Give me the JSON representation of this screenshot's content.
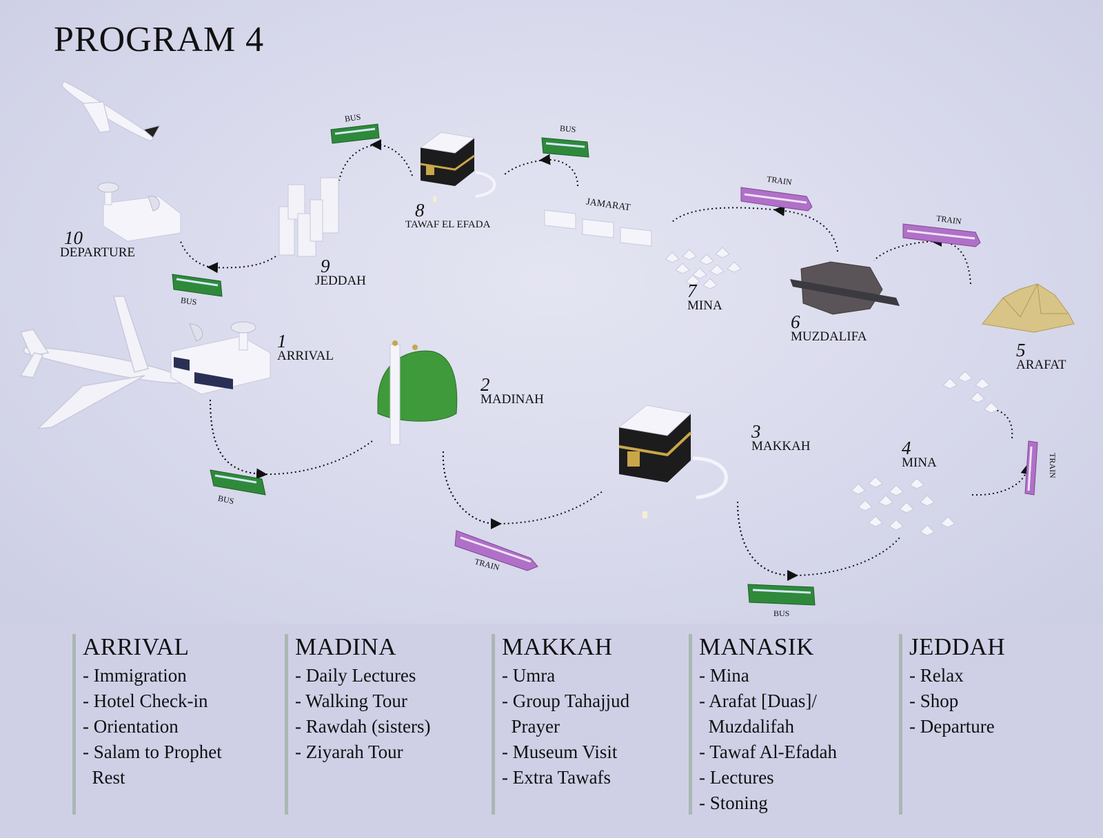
{
  "title": "PROGRAM  4",
  "stops": [
    {
      "num": "1",
      "name": "ARRIVAL"
    },
    {
      "num": "2",
      "name": "MADINAH"
    },
    {
      "num": "3",
      "name": "MAKKAH"
    },
    {
      "num": "4",
      "name": "MINA"
    },
    {
      "num": "5",
      "name": "ARAFAT"
    },
    {
      "num": "6",
      "name": "MUZDALIFA"
    },
    {
      "num": "7",
      "name": "MINA"
    },
    {
      "num": "8",
      "name": "TAWAF EL EFADA"
    },
    {
      "num": "9",
      "name": "JEDDAH"
    },
    {
      "num": "10",
      "name": "DEPARTURE"
    }
  ],
  "extra_labels": {
    "jamarat": "JAMARAT"
  },
  "transport": {
    "bus": "BUS",
    "train": "TRAIN"
  },
  "columns": [
    {
      "heading": "ARRIVAL",
      "items": [
        "- Immigration",
        "- Hotel Check-in",
        "- Orientation",
        "- Salam to Prophet",
        "  Rest"
      ]
    },
    {
      "heading": "MADINA",
      "items": [
        "- Daily Lectures",
        "- Walking Tour",
        "- Rawdah (sisters)",
        "- Ziyarah Tour"
      ]
    },
    {
      "heading": "MAKKAH",
      "items": [
        "- Umra",
        "- Group Tahajjud",
        "  Prayer",
        "- Museum Visit",
        "- Extra Tawafs"
      ]
    },
    {
      "heading": "MANASIK",
      "items": [
        "- Mina",
        "- Arafat [Duas]/",
        "  Muzdalifah",
        "- Tawaf Al-Efadah",
        "- Lectures",
        "- Stoning"
      ]
    },
    {
      "heading": "JEDDAH",
      "items": [
        "- Relax",
        "- Shop",
        "- Departure"
      ]
    }
  ],
  "colors": {
    "bus": "#2e8a3a",
    "train": "#b070c8",
    "dome": "#3e9a3a",
    "kaaba": "#1c1c1c",
    "gold": "#c9a64a",
    "background": "#d8d9ec",
    "divider": "#a9b8b3"
  }
}
